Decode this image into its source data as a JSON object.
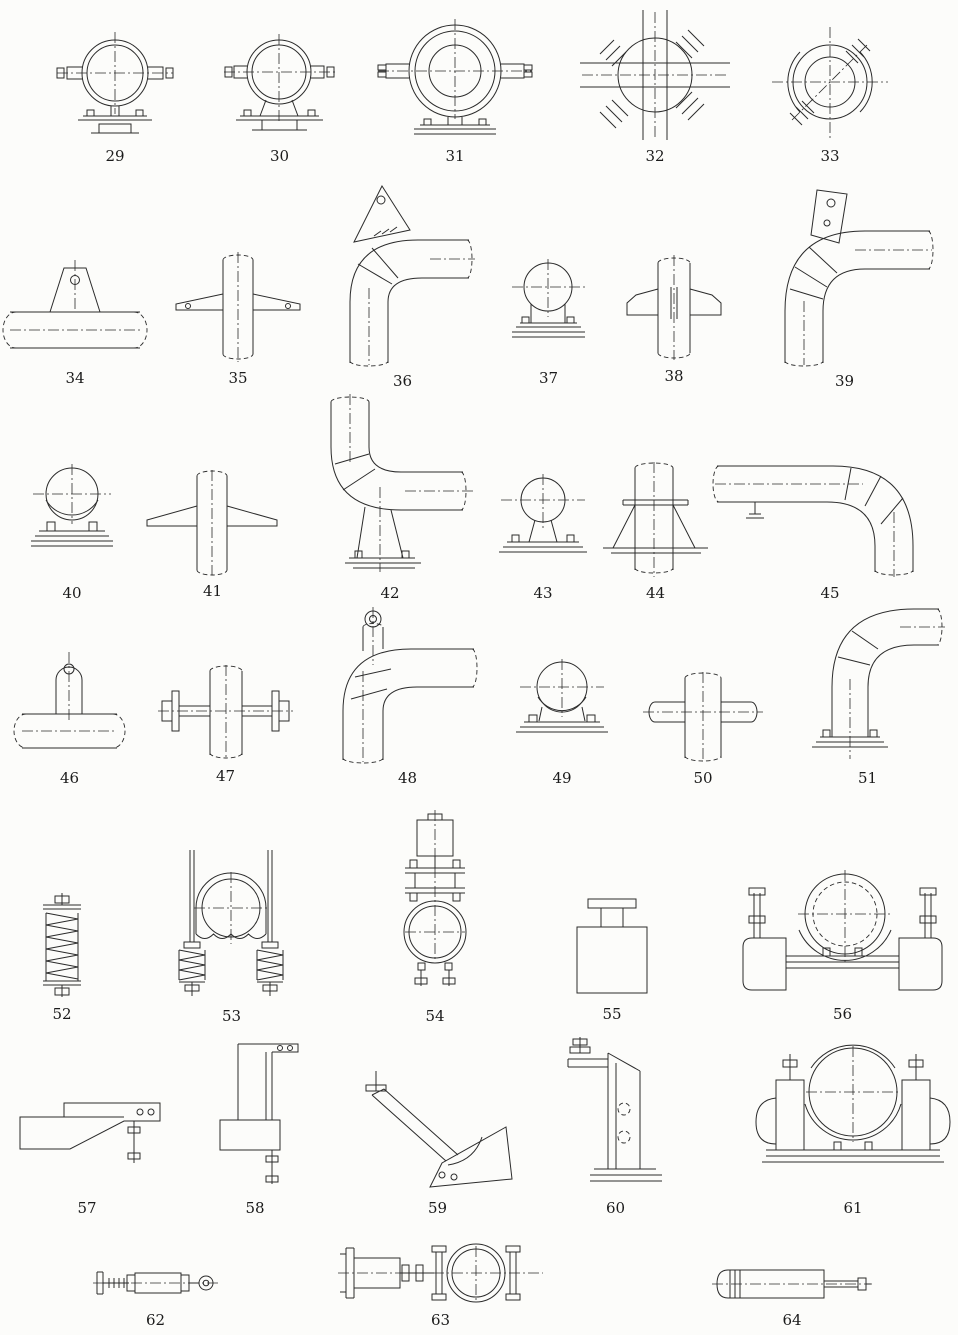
{
  "page": {
    "background": "#fcfcfa",
    "line_color": "#2b2b2b",
    "description": "Catalog sheet of pipe support, clamp and hanger details, figures 29 to 64"
  },
  "figures": [
    {
      "label": "29",
      "name": "pipe-clamp-shoe-support"
    },
    {
      "label": "30",
      "name": "pipe-clamp-shoe-support"
    },
    {
      "label": "31",
      "name": "large-pipe-clamp-shoe-support"
    },
    {
      "label": "32",
      "name": "pipe-clamp-with-cross-channels"
    },
    {
      "label": "33",
      "name": "pipe-clamp-diagonal-bolts"
    },
    {
      "label": "34",
      "name": "trapezoid-lug-on-horizontal-pipe"
    },
    {
      "label": "35",
      "name": "wing-plates-on-vertical-pipe"
    },
    {
      "label": "36",
      "name": "lug-plate-on-pipe-elbow"
    },
    {
      "label": "37",
      "name": "pipe-on-saddle-base"
    },
    {
      "label": "38",
      "name": "gusseted-wing-plates-on-vertical-pipe"
    },
    {
      "label": "39",
      "name": "bracket-plate-on-pipe-elbow"
    },
    {
      "label": "40",
      "name": "pipe-on-bolted-saddle-base"
    },
    {
      "label": "41",
      "name": "tapered-wing-plates-on-vertical-pipe"
    },
    {
      "label": "42",
      "name": "elbow-with-column-base-support"
    },
    {
      "label": "43",
      "name": "pipe-on-pedestal-base"
    },
    {
      "label": "44",
      "name": "vertical-pipe-collar-with-gussets"
    },
    {
      "label": "45",
      "name": "horizontal-elbow-with-trunnion"
    },
    {
      "label": "46",
      "name": "eye-lug-on-horizontal-pipe"
    },
    {
      "label": "47",
      "name": "trunnion-pins-on-vertical-pipe"
    },
    {
      "label": "48",
      "name": "eye-lug-on-pipe-elbow"
    },
    {
      "label": "49",
      "name": "pipe-on-saddle-base"
    },
    {
      "label": "50",
      "name": "stub-trunnions-on-vertical-pipe"
    },
    {
      "label": "51",
      "name": "elbow-base-support"
    },
    {
      "label": "52",
      "name": "coil-spring-unit"
    },
    {
      "label": "53",
      "name": "spring-hanger-pipe-clamp"
    },
    {
      "label": "54",
      "name": "riser-clamp-with-spring-can"
    },
    {
      "label": "55",
      "name": "cylinder-base-support"
    },
    {
      "label": "56",
      "name": "adjustable-saddle-with-tie-rods"
    },
    {
      "label": "57",
      "name": "cantilever-bracket-with-hanger-bolt"
    },
    {
      "label": "58",
      "name": "channel-bracket-with-hanger-bolt"
    },
    {
      "label": "59",
      "name": "diagonal-strut-with-gusset-plate"
    },
    {
      "label": "60",
      "name": "column-stand-with-clamp"
    },
    {
      "label": "61",
      "name": "pipe-saddle-with-spring-cans"
    },
    {
      "label": "62",
      "name": "turnbuckle-rod-assembly"
    },
    {
      "label": "63",
      "name": "sway-strut-with-pipe-clamp"
    },
    {
      "label": "64",
      "name": "snubber-cylinder"
    }
  ]
}
